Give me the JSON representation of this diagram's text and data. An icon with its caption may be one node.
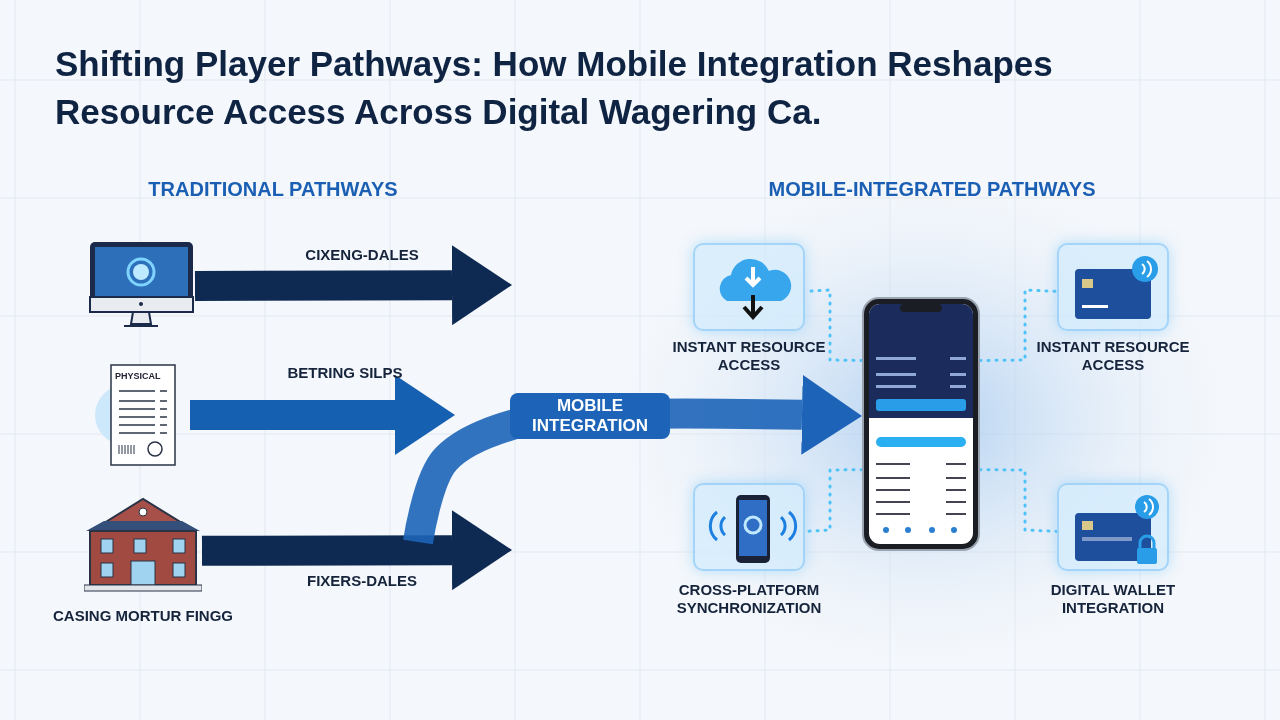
{
  "diagram": {
    "title": "Shifting Player Pathways: How Mobile Integration Reshapes Resource Access Across Digital Wagering Ca.",
    "nodes": [
      {
        "text": [],
        "shape": "picture"
      },
      {
        "text": [
          "PHYSICAL"
        ]
      },
      {
        "text": [],
        "shape": "picture",
        "beside": [
          "CASING MORTUR FINGG"
        ]
      },
      {
        "text": [],
        "shape": "picture"
      },
      {
        "text": [],
        "shape": "box",
        "beside": [
          "INSTANT RESOURCE ACCESS"
        ]
      },
      {
        "text": [],
        "shape": "box",
        "beside": [
          "INSTANT RESOURCE ACCESS"
        ]
      },
      {
        "text": [],
        "shape": "box",
        "beside": [
          "CROSS-PLATFORM SYNCHRONIZATION"
        ]
      },
      {
        "text": [],
        "shape": "box",
        "beside": [
          "DIGITAL WALLET INTEGRATION"
        ]
      }
    ],
    "edges": [
      {
        "from": 0,
        "to": null,
        "arrow": "to",
        "label": "CIXENG-DALES",
        "style": "thick",
        "color": "#0e2a52"
      },
      {
        "from": 1,
        "to": null,
        "arrow": "to",
        "label": "BETRING SILPS",
        "style": "thick",
        "color": "#1560b0"
      },
      {
        "from": 2,
        "to": null,
        "arrow": "to",
        "label": "FIXERS-DALES",
        "style": "thick",
        "color": "#0e2a52"
      },
      {
        "from": null,
        "to": 3,
        "arrow": "to",
        "label": "MOBILE INTEGRATION",
        "style": "thick",
        "color": "#1d64b8"
      },
      {
        "from": 3,
        "to": 4,
        "arrow": "none",
        "style": "dashed",
        "color": "#4fc3f7"
      },
      {
        "from": 3,
        "to": 5,
        "arrow": "none",
        "style": "dashed",
        "color": "#4fc3f7"
      },
      {
        "from": 3,
        "to": 6,
        "arrow": "none",
        "style": "dashed",
        "color": "#4fc3f7"
      },
      {
        "from": 3,
        "to": 7,
        "arrow": "none",
        "style": "dashed",
        "color": "#4fc3f7"
      }
    ],
    "labels": [
      "TRADITIONAL PATHWAYS",
      "MOBILE-INTEGRATED PATHWAYS"
    ]
  }
}
